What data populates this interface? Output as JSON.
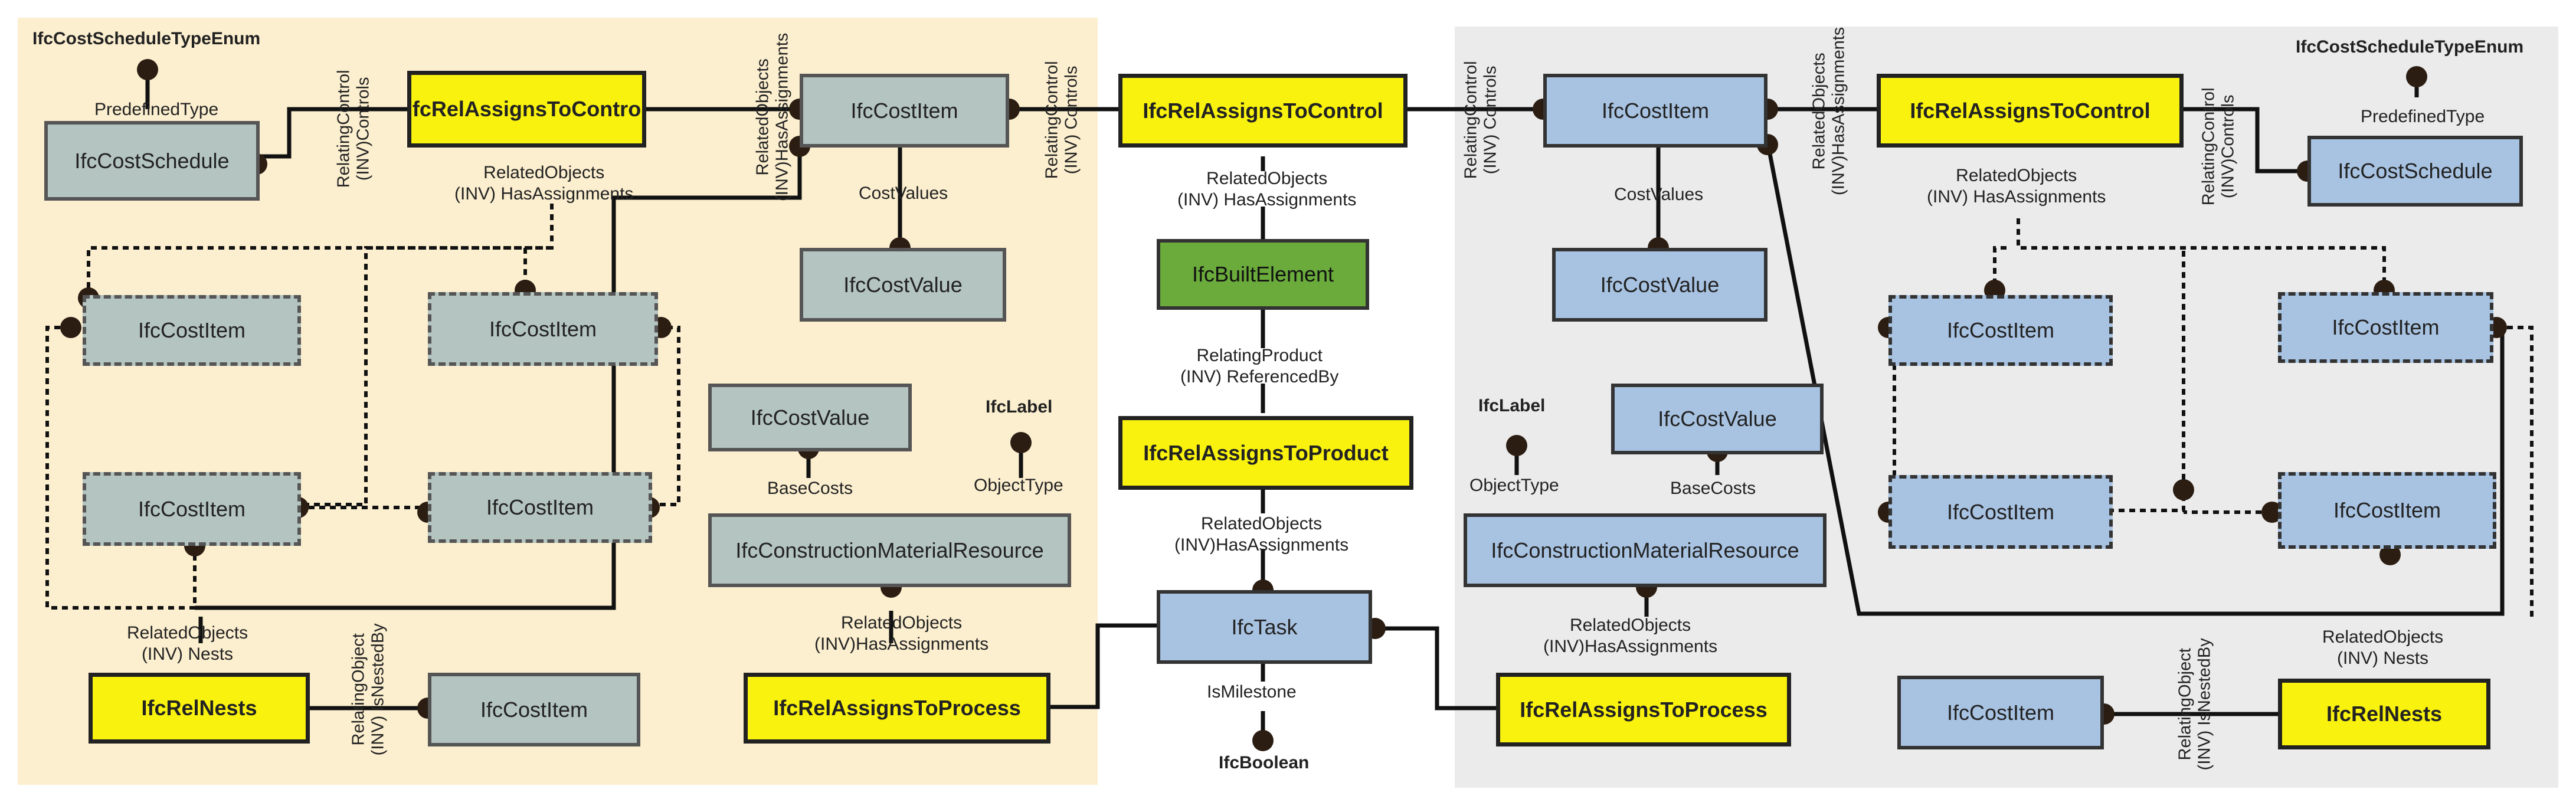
{
  "colors": {
    "left_panel_bg": "#fcefcf",
    "right_panel_bg": "#ebebeb",
    "gray_box": "#b4c4c0",
    "blue_box": "#a8c3e2",
    "yellow_box": "#f9f20f",
    "green_box": "#6aab3c"
  },
  "left": {
    "enum_label": "IfcCostScheduleTypeEnum",
    "predefined_type": "PredefinedType",
    "cost_schedule": "IfcCostSchedule",
    "relating_control_left": "RelatingControl\n(INV)Controls",
    "rel_assigns_to_control": "IfcRelAssignsToControl",
    "related_objects_has_assignments": "RelatedObjects\n(INV) HasAssignments",
    "related_objects_inv_has": "RelatedObjects\n(INV)HasAssignments",
    "cost_item_top": "IfcCostItem",
    "cost_values": "CostValues",
    "cost_value_top": "IfcCostValue",
    "cost_item_1": "IfcCostItem",
    "cost_item_2": "IfcCostItem",
    "cost_item_3": "IfcCostItem",
    "cost_item_4": "IfcCostItem",
    "cost_value_mid": "IfcCostValue",
    "ifc_label": "IfcLabel",
    "base_costs": "BaseCosts",
    "object_type": "ObjectType",
    "construction_material_resource": "IfcConstructionMaterialResource",
    "related_objects_nests": "RelatedObjects\n(INV) Nests",
    "rel_nests": "IfcRelNests",
    "relating_object_nested": "RelatingObject\n(INV) IsNestedBy",
    "cost_item_bottom": "IfcCostItem",
    "related_objects_process": "RelatedObjects\n(INV)HasAssignments",
    "rel_assigns_to_process": "IfcRelAssignsToProcess"
  },
  "center": {
    "relating_control": "RelatingControl\n(INV) Controls",
    "rel_assigns_to_control": "IfcRelAssignsToControl",
    "related_objects_has_assignments": "RelatedObjects\n(INV) HasAssignments",
    "built_element": "IfcBuiltElement",
    "relating_product": "RelatingProduct\n(INV) ReferencedBy",
    "rel_assigns_to_product": "IfcRelAssignsToProduct",
    "related_objects_inv": "RelatedObjects\n(INV)HasAssignments",
    "task": "IfcTask",
    "is_milestone": "IsMilestone",
    "boolean": "IfcBoolean"
  },
  "right": {
    "relating_control": "RelatingControl\n(INV) Controls",
    "cost_item_top": "IfcCostItem",
    "related_objects_inv_has": "RelatedObjects\n(INV)HasAssignments",
    "rel_assigns_to_control": "IfcRelAssignsToControl",
    "relating_control_right": "RelatingControl\n(INV)Controls",
    "enum_label": "IfcCostScheduleTypeEnum",
    "predefined_type": "PredefinedType",
    "cost_schedule": "IfcCostSchedule",
    "cost_values": "CostValues",
    "cost_value_top": "IfcCostValue",
    "related_objects_has_assignments": "RelatedObjects\n(INV) HasAssignments",
    "cost_item_1": "IfcCostItem",
    "cost_item_2": "IfcCostItem",
    "cost_item_3": "IfcCostItem",
    "cost_item_4": "IfcCostItem",
    "ifc_label": "IfcLabel",
    "object_type": "ObjectType",
    "cost_value_mid": "IfcCostValue",
    "base_costs": "BaseCosts",
    "construction_material_resource": "IfcConstructionMaterialResource",
    "related_objects_process": "RelatedObjects\n(INV)HasAssignments",
    "rel_assigns_to_process": "IfcRelAssignsToProcess",
    "related_objects_nests": "RelatedObjects\n(INV) Nests",
    "cost_item_bottom": "IfcCostItem",
    "relating_object_nested": "RelatingObject\n(INV) IsNestedBy",
    "rel_nests": "IfcRelNests"
  }
}
